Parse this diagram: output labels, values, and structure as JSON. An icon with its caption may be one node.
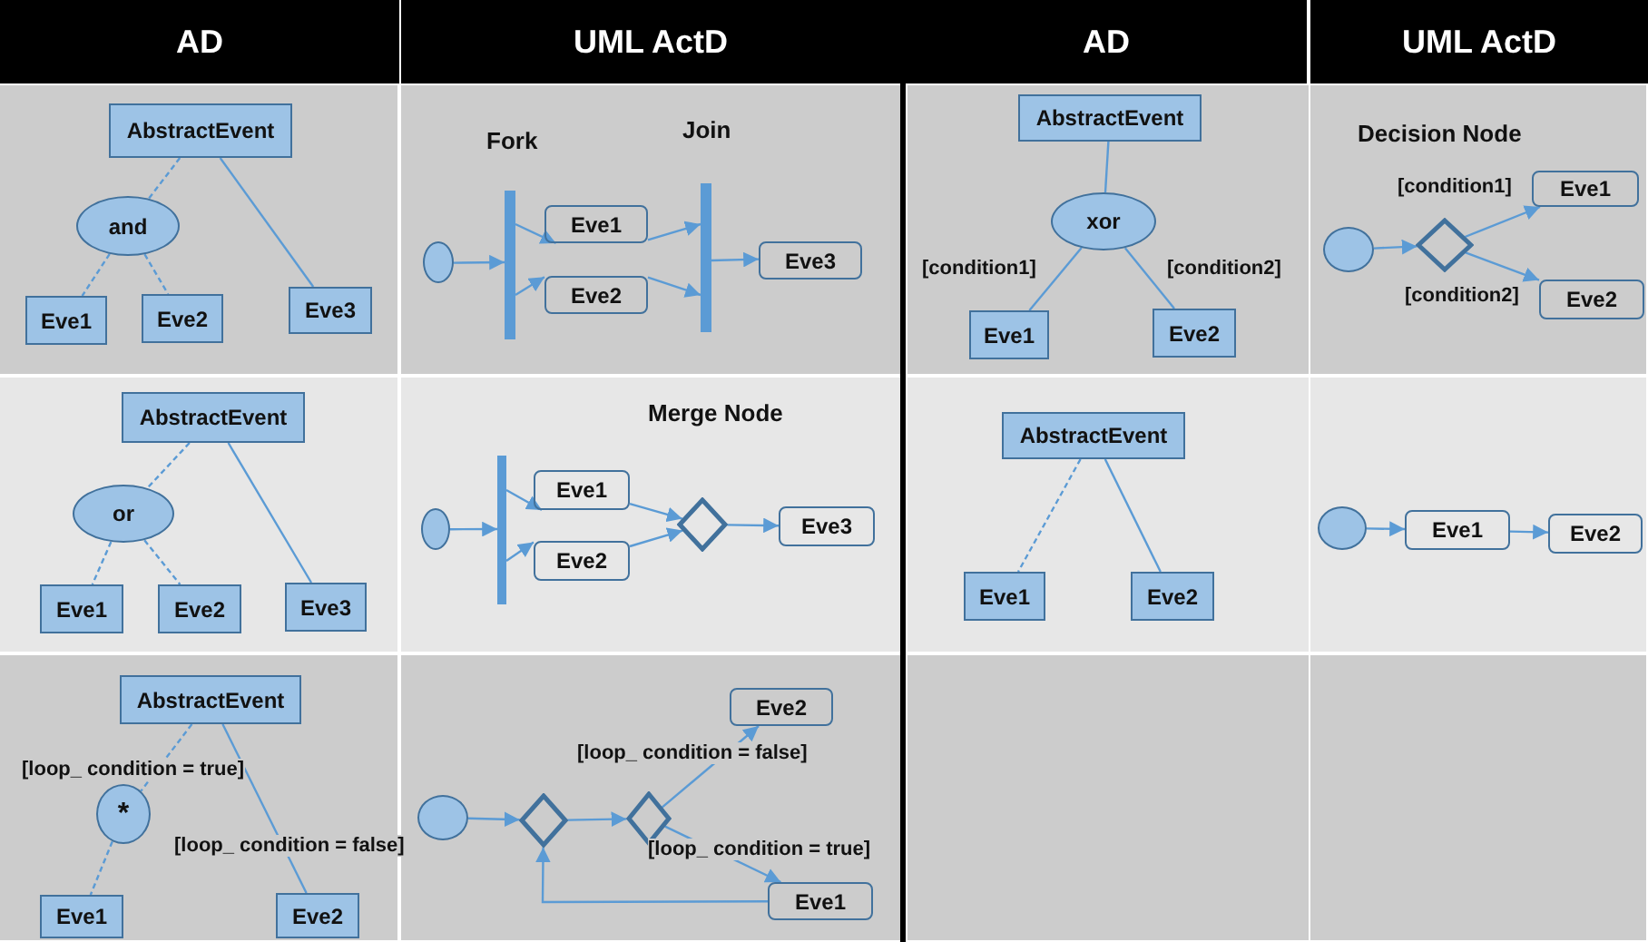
{
  "diagram": {
    "nodes": [
      {
        "text": [
          "AbstractEvent"
        ]
      },
      {
        "text": [
          "and"
        ]
      },
      {
        "text": [
          "Eve1"
        ]
      },
      {
        "text": [
          "Eve2"
        ]
      },
      {
        "text": [
          "Eve3"
        ]
      },
      {
        "text": [],
        "shape": "circle"
      },
      {
        "text": [],
        "shape": "bar",
        "beside": [
          "Fork"
        ]
      },
      {
        "text": [
          "Eve1"
        ]
      },
      {
        "text": [
          "Eve2"
        ]
      },
      {
        "text": [],
        "shape": "bar",
        "beside": [
          "Join"
        ]
      },
      {
        "text": [
          "Eve3"
        ]
      },
      {
        "text": [
          "AbstractEvent"
        ]
      },
      {
        "text": [
          "xor"
        ]
      },
      {
        "text": [
          "Eve1"
        ]
      },
      {
        "text": [
          "Eve2"
        ]
      },
      {
        "text": [],
        "shape": "circle"
      },
      {
        "text": [],
        "shape": "diamond"
      },
      {
        "text": [
          "Eve1"
        ]
      },
      {
        "text": [
          "Eve2"
        ]
      },
      {
        "text": [
          "AbstractEvent"
        ]
      },
      {
        "text": [
          "or"
        ]
      },
      {
        "text": [
          "Eve1"
        ]
      },
      {
        "text": [
          "Eve2"
        ]
      },
      {
        "text": [
          "Eve3"
        ]
      },
      {
        "text": [],
        "shape": "circle"
      },
      {
        "text": [],
        "shape": "bar"
      },
      {
        "text": [
          "Eve1"
        ]
      },
      {
        "text": [
          "Eve2"
        ]
      },
      {
        "text": [],
        "shape": "diamond",
        "beside": [
          "Merge Node"
        ]
      },
      {
        "text": [
          "Eve3"
        ]
      },
      {
        "text": [
          "AbstractEvent"
        ]
      },
      {
        "text": [
          "Eve1"
        ]
      },
      {
        "text": [
          "Eve2"
        ]
      },
      {
        "text": [],
        "shape": "circle"
      },
      {
        "text": [
          "Eve1"
        ]
      },
      {
        "text": [
          "Eve2"
        ]
      },
      {
        "text": [
          "AbstractEvent"
        ]
      },
      {
        "text": [
          "*"
        ]
      },
      {
        "text": [
          "Eve1"
        ]
      },
      {
        "text": [
          "Eve2"
        ]
      },
      {
        "text": [],
        "shape": "circle"
      },
      {
        "text": [],
        "shape": "diamond"
      },
      {
        "text": [],
        "shape": "diamond"
      },
      {
        "text": [
          "Eve2"
        ]
      },
      {
        "text": [
          "Eve1"
        ]
      }
    ],
    "edges": [
      {
        "from": 0,
        "to": 1,
        "arrow": "none",
        "style": "dashed"
      },
      {
        "from": 1,
        "to": 2,
        "arrow": "none",
        "style": "dashed"
      },
      {
        "from": 1,
        "to": 3,
        "arrow": "none",
        "style": "dashed"
      },
      {
        "from": 0,
        "to": 4,
        "arrow": "none"
      },
      {
        "from": 5,
        "to": 6,
        "arrow": "to"
      },
      {
        "from": 6,
        "to": 7,
        "arrow": "to"
      },
      {
        "from": 6,
        "to": 8,
        "arrow": "to"
      },
      {
        "from": 7,
        "to": 9,
        "arrow": "to"
      },
      {
        "from": 8,
        "to": 9,
        "arrow": "to"
      },
      {
        "from": 9,
        "to": 10,
        "arrow": "to"
      },
      {
        "from": 11,
        "to": 12,
        "arrow": "none"
      },
      {
        "from": 12,
        "to": 13,
        "arrow": "none",
        "label": "[condition1]"
      },
      {
        "from": 12,
        "to": 14,
        "arrow": "none",
        "label": "[condition2]"
      },
      {
        "from": 15,
        "to": 16,
        "arrow": "to"
      },
      {
        "from": 16,
        "to": 17,
        "arrow": "to",
        "label": "[condition1]"
      },
      {
        "from": 16,
        "to": 18,
        "arrow": "to",
        "label": "[condition2]"
      },
      {
        "from": 19,
        "to": 20,
        "arrow": "none",
        "style": "dashed"
      },
      {
        "from": 20,
        "to": 21,
        "arrow": "none",
        "style": "dashed"
      },
      {
        "from": 20,
        "to": 22,
        "arrow": "none",
        "style": "dashed"
      },
      {
        "from": 19,
        "to": 23,
        "arrow": "none"
      },
      {
        "from": 24,
        "to": 25,
        "arrow": "to"
      },
      {
        "from": 25,
        "to": 26,
        "arrow": "to"
      },
      {
        "from": 25,
        "to": 27,
        "arrow": "to"
      },
      {
        "from": 26,
        "to": 28,
        "arrow": "to"
      },
      {
        "from": 27,
        "to": 28,
        "arrow": "to"
      },
      {
        "from": 28,
        "to": 29,
        "arrow": "to"
      },
      {
        "from": 30,
        "to": 31,
        "arrow": "none",
        "style": "dashed"
      },
      {
        "from": 30,
        "to": 32,
        "arrow": "none"
      },
      {
        "from": 33,
        "to": 34,
        "arrow": "to"
      },
      {
        "from": 34,
        "to": 35,
        "arrow": "to"
      },
      {
        "from": 36,
        "to": 37,
        "arrow": "none",
        "style": "dashed",
        "label": "[loop_ condition = true]"
      },
      {
        "from": 37,
        "to": 38,
        "arrow": "none",
        "style": "dashed"
      },
      {
        "from": 36,
        "to": 39,
        "arrow": "none",
        "label": "[loop_ condition = false]"
      },
      {
        "from": 40,
        "to": 41,
        "arrow": "to"
      },
      {
        "from": 41,
        "to": 42,
        "arrow": "to"
      },
      {
        "from": 42,
        "to": 43,
        "arrow": "to",
        "label": "[loop_ condition = false]"
      },
      {
        "from": 42,
        "to": 44,
        "arrow": "to",
        "label": "[loop_ condition = true]"
      },
      {
        "from": 44,
        "to": 41,
        "arrow": "to"
      }
    ],
    "labels": [
      "AD",
      "UML ActD",
      "AD",
      "UML ActD",
      "Decision Node"
    ]
  }
}
